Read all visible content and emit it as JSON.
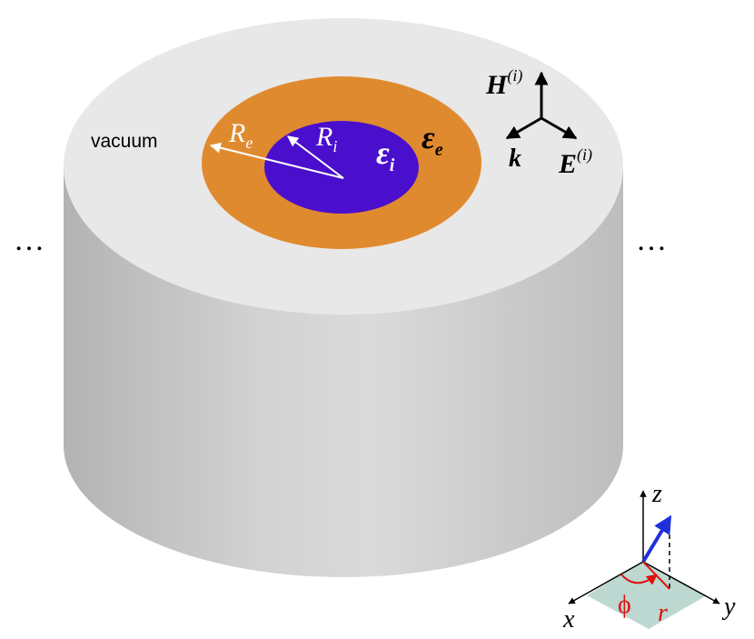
{
  "labels": {
    "vacuum": "vacuum",
    "R_e": "R",
    "R_e_sub": "e",
    "R_i": "R",
    "R_i_sub": "i",
    "eps_i": "ε",
    "eps_i_sub": "i",
    "eps_e": "ε",
    "eps_e_sub": "e",
    "H_field": "H",
    "H_sup": "(i)",
    "E_field": "E",
    "E_sup": "(i)",
    "k_vec": "k",
    "ellipsis_left": "…",
    "ellipsis_right": "…",
    "axis_x": "x",
    "axis_y": "y",
    "axis_z": "z",
    "angle_phi": "ϕ",
    "radius_r": "r"
  },
  "colors": {
    "cylinder_side": "#c8c8c8",
    "cylinder_top": "#e8e8e8",
    "outer_shell": "#e08a30",
    "inner_core": "#4a0fcc",
    "plane": "#bcd8d0",
    "vector_blue": "#1f2fe0",
    "accent_red": "#e01010"
  }
}
